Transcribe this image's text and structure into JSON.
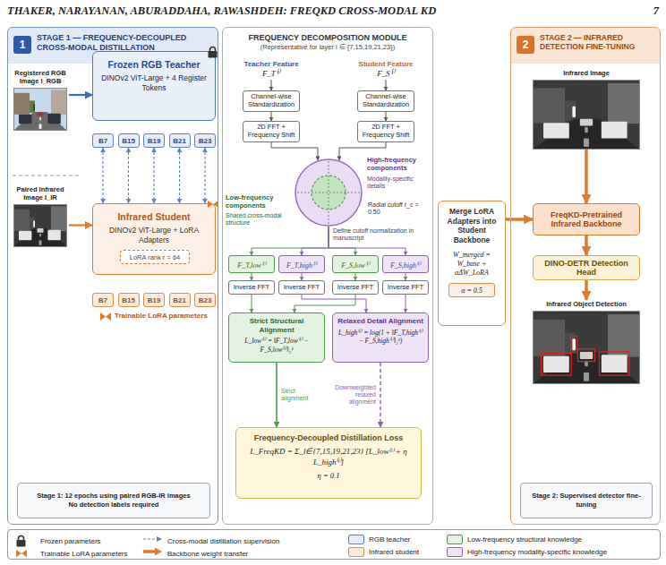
{
  "diagram": {
    "nodes": [
      {
        "text": [
          "1",
          "STAGE 1 — FREQUENCY-DECOUPLED CROSS-MODAL DISTILLATION"
        ]
      },
      {
        "text": [
          "Registered RGB Image I_RGB"
        ],
        "in": 0
      },
      {
        "text": [
          "Frozen RGB Teacher",
          "DINOv2 ViT-Large + 4 Register Tokens"
        ],
        "in": 0
      },
      {
        "text": [
          "B7"
        ],
        "in": 0
      },
      {
        "text": [
          "B15"
        ],
        "in": 0
      },
      {
        "text": [
          "B19"
        ],
        "in": 0
      },
      {
        "text": [
          "B21"
        ],
        "in": 0
      },
      {
        "text": [
          "B23"
        ],
        "in": 0
      },
      {
        "text": [
          "Paired Infrared Image I_IR"
        ],
        "in": 0
      },
      {
        "text": [
          "Infrared Student",
          "DINOv2 ViT-Large + LoRA Adapters"
        ],
        "in": 0
      },
      {
        "text": [
          "LoRA rank r = 64"
        ],
        "in": 9
      },
      {
        "text": [
          "B7"
        ],
        "in": 0
      },
      {
        "text": [
          "B15"
        ],
        "in": 0
      },
      {
        "text": [
          "B19"
        ],
        "in": 0
      },
      {
        "text": [
          "B21"
        ],
        "in": 0
      },
      {
        "text": [
          "B23"
        ],
        "in": 0
      },
      {
        "text": [
          "Stage 1: 12 epochs using paired RGB-IR images",
          "No detection labels required"
        ],
        "in": 0
      },
      {
        "text": [
          "FREQUENCY DECOMPOSITION MODULE",
          "(Representative for layer l ∈ {7,15,19,21,23})"
        ]
      },
      {
        "text": [
          "Teacher Feature",
          "F_T⁽ˡ⁾"
        ],
        "in": 17
      },
      {
        "text": [
          "Student Feature",
          "F_S⁽ˡ⁾"
        ],
        "in": 17
      },
      {
        "text": [
          "Channel-wise Standardization"
        ],
        "in": 17
      },
      {
        "text": [
          "Channel-wise Standardization"
        ],
        "in": 17
      },
      {
        "text": [
          "2D FFT + Frequency Shift"
        ],
        "in": 17
      },
      {
        "text": [
          "2D FFT + Frequency Shift"
        ],
        "in": 17
      },
      {
        "text": [
          "Radial cutoff r_c = 0.50"
        ],
        "in": 17
      },
      {
        "text": [
          "F_T,low⁽ˡ⁾"
        ],
        "in": 17
      },
      {
        "text": [
          "F_T,high⁽ˡ⁾"
        ],
        "in": 17
      },
      {
        "text": [
          "F_S,low⁽ˡ⁾"
        ],
        "in": 17
      },
      {
        "text": [
          "F_S,high⁽ˡ⁾"
        ],
        "in": 17
      },
      {
        "text": [
          "Inverse FFT"
        ],
        "in": 17
      },
      {
        "text": [
          "Inverse FFT"
        ],
        "in": 17
      },
      {
        "text": [
          "Inverse FFT"
        ],
        "in": 17
      },
      {
        "text": [
          "Inverse FFT"
        ],
        "in": 17
      },
      {
        "text": [
          "Strict Structural Alignment",
          "L_low⁽ˡ⁾ = ‖F_T,low⁽ˡ⁾ − F_S,low⁽ˡ⁾‖₂²"
        ],
        "in": 17
      },
      {
        "text": [
          "Relaxed Detail Alignment",
          "L_high⁽ˡ⁾ = log(1 + ‖F_T,high⁽ˡ⁾ − F_S,high⁽ˡ⁾‖₂²)"
        ],
        "in": 17
      },
      {
        "text": [
          "Frequency-Decoupled Distillation Loss",
          "L_FreqKD = Σ_l∈{7,15,19,21,23} [L_low⁽ˡ⁾ + η L_high⁽ˡ⁾]",
          "η = 0.1"
        ],
        "in": 17
      },
      {
        "text": [
          "Merge LoRA Adapters into Student Backbone",
          "W_merged = W_base + αΔW_LoRA"
        ]
      },
      {
        "text": [
          "α = 0.5"
        ],
        "in": 36
      },
      {
        "text": [
          "2",
          "STAGE 2 — INFRARED DETECTION FINE-TUNING"
        ]
      },
      {
        "text": [
          "Infrared Image"
        ],
        "in": 38
      },
      {
        "text": [
          "FreqKD-Pretrained Infrared Backbone"
        ],
        "in": 38
      },
      {
        "text": [
          "DINO-DETR Detection Head"
        ],
        "in": 38
      },
      {
        "text": [
          "Infrared Object Detection"
        ],
        "in": 38
      },
      {
        "text": [
          "Stage 2: Supervised detector fine-tuning"
        ],
        "in": 38
      }
    ],
    "edges": [
      {
        "from": 1,
        "to": 2,
        "arrow": "to"
      },
      {
        "from": 3,
        "to": 9,
        "arrow": "both"
      },
      {
        "from": 4,
        "to": 9,
        "arrow": "both"
      },
      {
        "from": 5,
        "to": 9,
        "arrow": "both"
      },
      {
        "from": 6,
        "to": 9,
        "arrow": "both"
      },
      {
        "from": 7,
        "to": 9,
        "arrow": "both"
      },
      {
        "from": 8,
        "to": 9,
        "arrow": "to"
      },
      {
        "from": 18,
        "to": 20,
        "arrow": "to"
      },
      {
        "from": 19,
        "to": 21,
        "arrow": "to"
      },
      {
        "from": 20,
        "to": 22,
        "arrow": "to"
      },
      {
        "from": 21,
        "to": 23,
        "arrow": "to"
      },
      {
        "from": 22,
        "to": 24,
        "arrow": "to"
      },
      {
        "from": 23,
        "to": 24,
        "arrow": "to"
      },
      {
        "from": 24,
        "to": 25,
        "arrow": "to"
      },
      {
        "from": 24,
        "to": 26,
        "arrow": "to"
      },
      {
        "from": 24,
        "to": 27,
        "arrow": "to"
      },
      {
        "from": 24,
        "to": 28,
        "arrow": "to"
      },
      {
        "from": 25,
        "to": 29,
        "arrow": "to"
      },
      {
        "from": 26,
        "to": 30,
        "arrow": "to"
      },
      {
        "from": 27,
        "to": 31,
        "arrow": "to"
      },
      {
        "from": 28,
        "to": 32,
        "arrow": "to"
      },
      {
        "from": 29,
        "to": 33,
        "arrow": "to"
      },
      {
        "from": 31,
        "to": 33,
        "arrow": "to"
      },
      {
        "from": 30,
        "to": 34,
        "arrow": "to"
      },
      {
        "from": 32,
        "to": 34,
        "arrow": "to"
      },
      {
        "from": 33,
        "to": 35,
        "arrow": "to",
        "label": "Strict alignment"
      },
      {
        "from": 34,
        "to": 35,
        "arrow": "to",
        "label": "Downweighted relaxed alignment"
      },
      {
        "from": 36,
        "to": 40,
        "arrow": "to"
      },
      {
        "from": 39,
        "to": 40,
        "arrow": "to"
      },
      {
        "from": 40,
        "to": 41,
        "arrow": "to"
      },
      {
        "from": 41,
        "to": 42,
        "arrow": "to"
      }
    ],
    "labels": [
      "THAKER, NARAYANAN, ABURADDAHA, RAWASHDEH: FREQKD CROSS-MODAL KD",
      "7",
      "Trainable LoRA parameters",
      "Low-frequency components",
      "Shared cross-modal structure",
      "High-frequency components",
      "Modality-specific details",
      "Define cutoff normalization in manuscript"
    ],
    "legend": [
      {
        "text": "Frozen parameters"
      },
      {
        "text": "Cross-modal distillation supervision"
      },
      {
        "text": "RGB teacher",
        "color": "#e6edf9"
      },
      {
        "text": "Low-frequency structural knowledge",
        "color": "#e3f2e1"
      },
      {
        "text": "Trainable LoRA parameters"
      },
      {
        "text": "Backbone weight transfer"
      },
      {
        "text": "Infrared student",
        "color": "#fcebdd"
      },
      {
        "text": "High-frequency modality-specific knowledge",
        "color": "#efe4f6"
      }
    ]
  }
}
